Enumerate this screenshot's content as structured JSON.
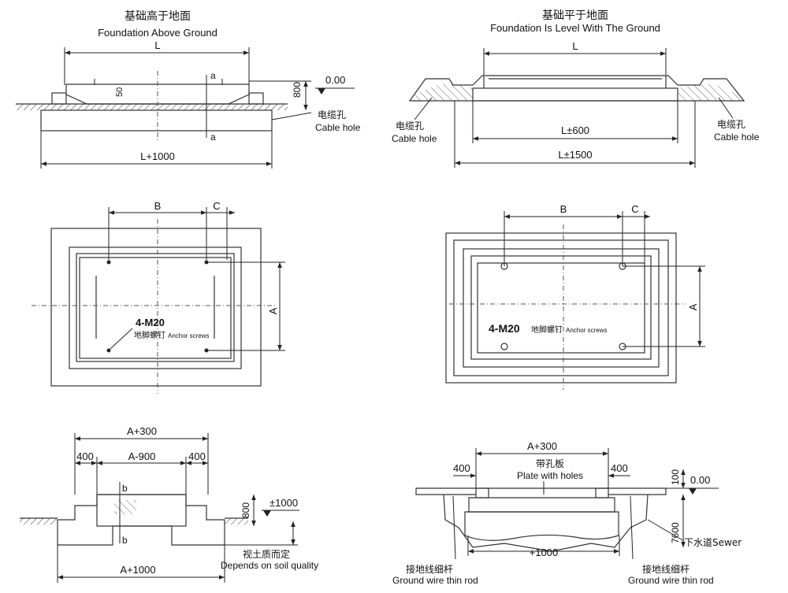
{
  "top_left": {
    "title_cn": "基础高于地面",
    "title_en": "Foundation Above Ground",
    "dim_L": "L",
    "dim_L1000": "L+1000",
    "dim_50": "50",
    "dim_800": "800",
    "section_a_top": "a",
    "section_a_bottom": "a",
    "level_000": "0.00",
    "cable_cn": "电缆孔",
    "cable_en": "Cable hole"
  },
  "top_right": {
    "title_cn": "基础平于地面",
    "title_en": "Foundation Is Level With The Ground",
    "dim_L": "L",
    "dim_L600": "L±600",
    "dim_L1500": "L±1500",
    "cable_left_cn": "电缆孔",
    "cable_left_en": "Cable hole",
    "cable_right_cn": "电缆孔",
    "cable_right_en": "Cable hole"
  },
  "mid_left": {
    "dim_B": "B",
    "dim_C": "C",
    "dim_A": "A",
    "anchor_label": "4-M20",
    "anchor_cn": "地脚螺钉",
    "anchor_en": "Anchor screws"
  },
  "mid_right": {
    "dim_B": "B",
    "dim_C": "C",
    "dim_A": "A",
    "anchor_label": "4-M20",
    "anchor_cn": "地脚螺钉",
    "anchor_en": "Anchor screws"
  },
  "bottom_left": {
    "dim_A300": "A+300",
    "dim_400_left": "400",
    "dim_A900": "A-900",
    "dim_400_right": "400",
    "section_b_top": "b",
    "section_b_bottom": "b",
    "dim_pm1000": "±1000",
    "dim_800": "800",
    "soil_cn": "视土质而定",
    "soil_en": "Depends on soil quality",
    "dim_A1000": "A+1000"
  },
  "bottom_right": {
    "dim_A300": "A+300",
    "dim_400_left": "400",
    "plate_cn": "带孔板",
    "plate_en": "Plate with holes",
    "dim_400_right": "400",
    "dim_100": "100",
    "level_000": "0.00",
    "dim_7600": "7600",
    "sewer_label": "下水道Sewer",
    "dim_p1000": "+1000",
    "ground_left_cn": "接地线细杆",
    "ground_left_en": "Ground wire thin rod",
    "ground_right_cn": "接地线细杆",
    "ground_right_en": "Ground wire thin rod"
  }
}
